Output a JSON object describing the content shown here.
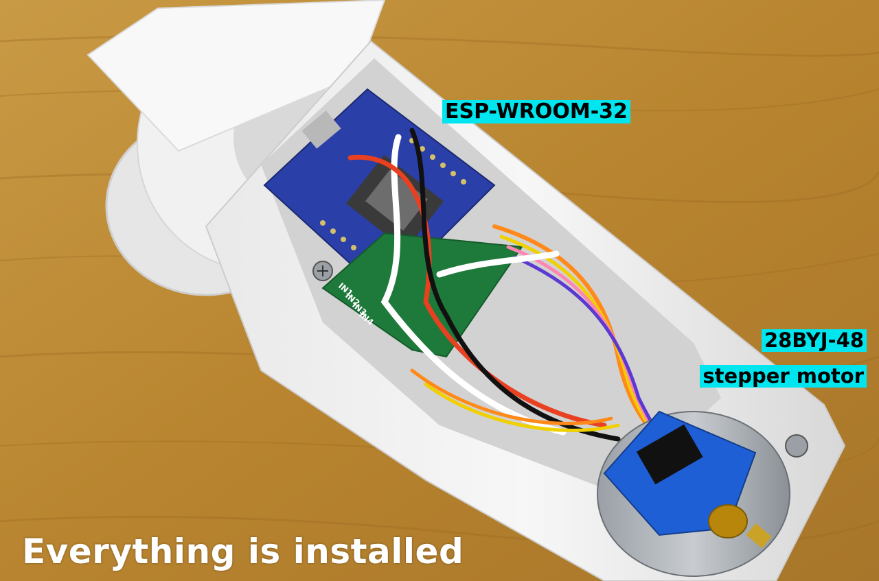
{
  "labels": {
    "esp": "ESP-WROOM-32",
    "motor_line1": "28BYJ-48",
    "motor_line2": "stepper motor"
  },
  "caption": "Everything is installed",
  "board_silkscreen": [
    "IN1",
    "IN2",
    "IN3",
    "IN4"
  ],
  "colors": {
    "label_background": "#00e5ee",
    "caption_text": "#ffffff",
    "wood": "#b8842f",
    "pcb_blue": "#2b3fa8",
    "motor_blue": "#1f5fd6"
  }
}
